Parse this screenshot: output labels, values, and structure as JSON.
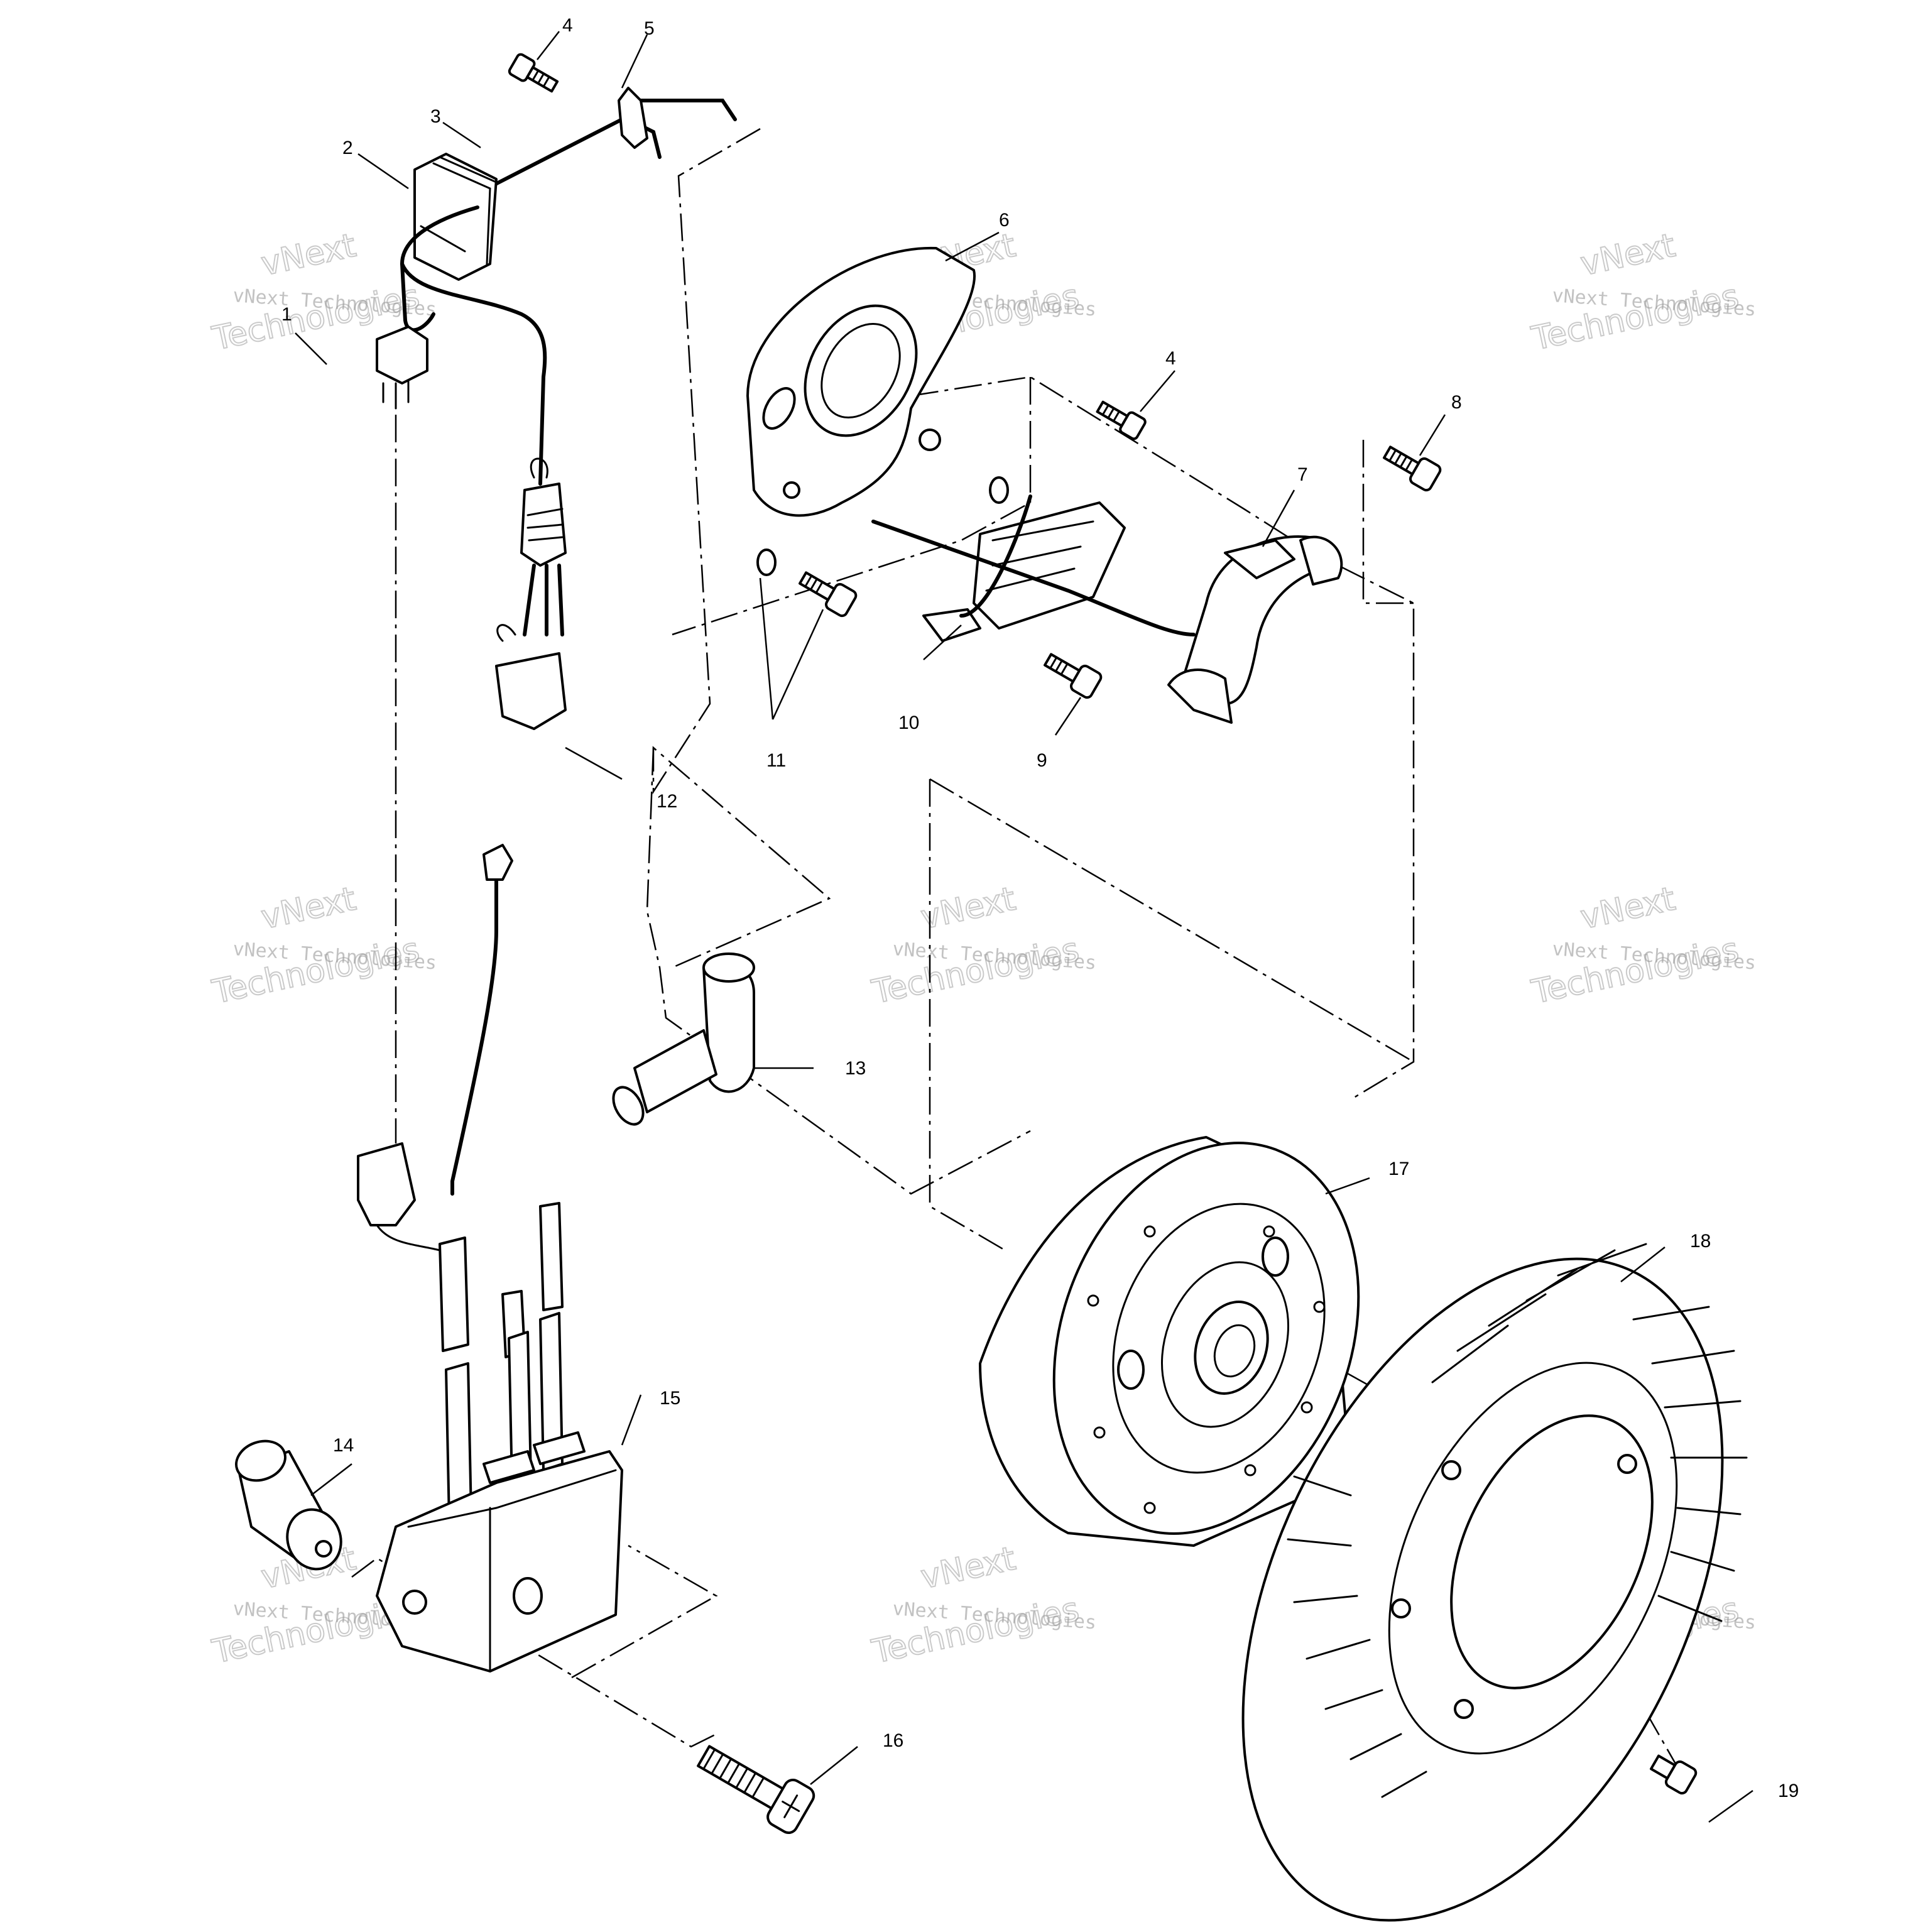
{
  "callouts": [
    {
      "id": "1",
      "label": "1"
    },
    {
      "id": "2",
      "label": "2"
    },
    {
      "id": "3",
      "label": "3"
    },
    {
      "id": "4a",
      "label": "4"
    },
    {
      "id": "4b",
      "label": "4"
    },
    {
      "id": "5",
      "label": "5"
    },
    {
      "id": "6",
      "label": "6"
    },
    {
      "id": "7",
      "label": "7"
    },
    {
      "id": "8",
      "label": "8"
    },
    {
      "id": "9",
      "label": "9"
    },
    {
      "id": "10",
      "label": "10"
    },
    {
      "id": "11",
      "label": "11"
    },
    {
      "id": "12",
      "label": "12"
    },
    {
      "id": "13",
      "label": "13"
    },
    {
      "id": "14",
      "label": "14"
    },
    {
      "id": "15",
      "label": "15"
    },
    {
      "id": "16",
      "label": "16"
    },
    {
      "id": "17",
      "label": "17"
    },
    {
      "id": "18",
      "label": "18"
    },
    {
      "id": "19",
      "label": "19"
    }
  ],
  "watermark": {
    "line1": "vNext Technologies",
    "big_line1": "vNext",
    "big_line2": "Technologies"
  },
  "colors": {
    "ink": "#000000",
    "paper": "#ffffff",
    "watermark": "#9a9a9a"
  }
}
